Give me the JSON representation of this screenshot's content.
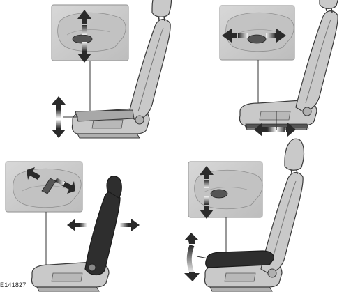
{
  "figure_id": "E141827",
  "panels": [
    {
      "name": "seat-height-adjustment",
      "motion": "vertical",
      "highlighted_part": "cushion-base"
    },
    {
      "name": "seat-fore-aft-adjustment",
      "motion": "horizontal",
      "highlighted_part": "seat-track"
    },
    {
      "name": "seat-backrest-recline-adjustment",
      "motion": "tilt",
      "highlighted_part": "backrest"
    },
    {
      "name": "seat-cushion-tilt-adjustment",
      "motion": "vertical-tilt",
      "highlighted_part": "cushion"
    }
  ],
  "colors": {
    "seat_fill": "#c9c9c9",
    "seat_shadow": "#a6a6a6",
    "seat_outline": "#3a3a3a",
    "highlight_dark": "#2e2e2e",
    "inset_bg": "#cfcfcf",
    "inset_border": "#9a9a9a",
    "arrow_dark": "#2a2a2a",
    "arrow_light": "#e9e9e9"
  }
}
